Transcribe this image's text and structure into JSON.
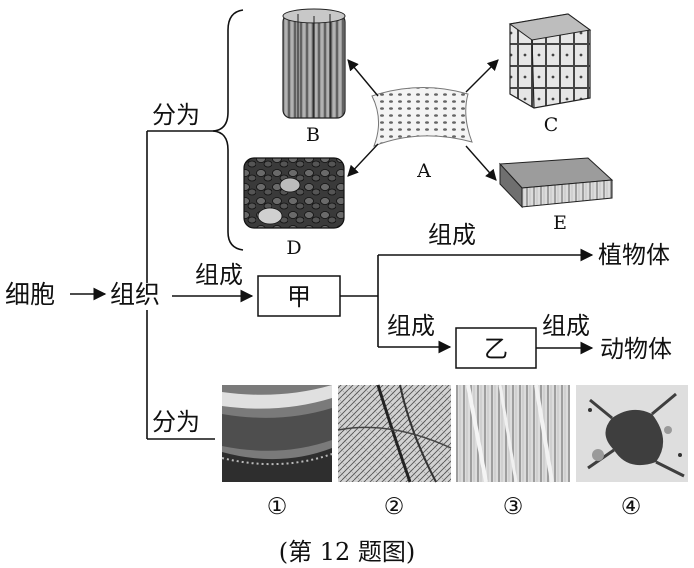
{
  "flow": {
    "cell": "细胞",
    "tissue": "组织",
    "split_top": "分为",
    "split_bottom": "分为",
    "compose_1": "组成",
    "compose_2": "组成",
    "compose_3": "组成",
    "compose_4": "组成",
    "organ": "甲",
    "system": "乙",
    "plant": "植物体",
    "animal": "动物体"
  },
  "tissue_labels": {
    "A": "A",
    "B": "B",
    "C": "C",
    "D": "D",
    "E": "E"
  },
  "photo_labels": [
    "①",
    "②",
    "③",
    "④"
  ],
  "caption": "(第 12 题图)",
  "colors": {
    "ink": "#111111",
    "gray": "#6e6e6e",
    "light": "#cfcfcf"
  }
}
